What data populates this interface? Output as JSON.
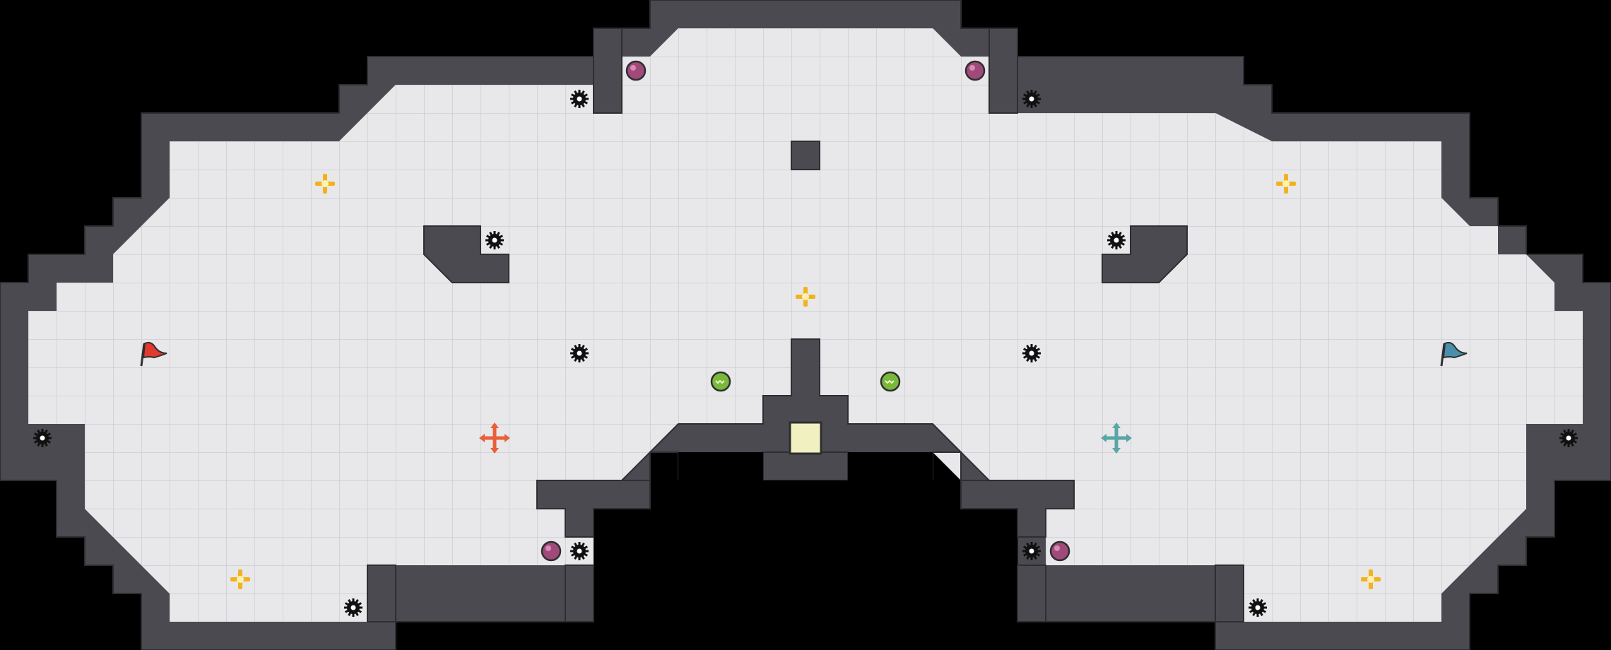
{
  "map": {
    "background": "#000000",
    "floor_color": "#e8e8ea",
    "grid_color": "#cdcdd2",
    "wall_color": "#4a4a50",
    "wall_edge_color": "#2e2e32"
  },
  "objects": {
    "spawn_points": [
      {
        "name": "red-team-flag",
        "team": "red",
        "color": "#e03a2e"
      },
      {
        "name": "blue-team-flag",
        "team": "blue",
        "color": "#4a8faa"
      }
    ],
    "pickups": {
      "heal_cross_color": "#f2b21e",
      "health_orb_color": "#a04a7a",
      "speed_orb_color": "#7ab83a",
      "red_move_color": "#e8603a",
      "teal_move_color": "#5aa6a6",
      "capture_pad_color": "#f1f0c0"
    },
    "mines": {
      "color": "#111111"
    }
  }
}
